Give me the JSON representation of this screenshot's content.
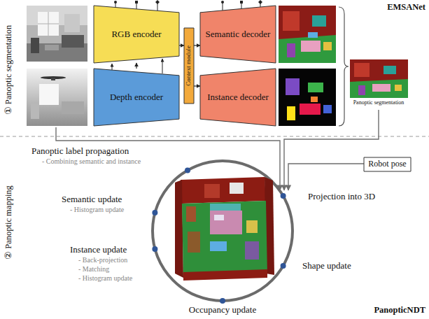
{
  "diagram": {
    "nodes": [
      {
        "text": [
          "RGB encoder"
        ]
      },
      {
        "text": [
          "Depth encoder"
        ]
      },
      {
        "text": [
          "Context module"
        ]
      },
      {
        "text": [
          "Semantic decoder"
        ]
      },
      {
        "text": [
          "Instance decoder"
        ]
      },
      {
        "text": [
          "Robot pose"
        ]
      }
    ],
    "edges": [
      {
        "from": 1,
        "to": 0,
        "arrow": "to"
      },
      {
        "from": 0,
        "to": 2,
        "arrow": "to"
      },
      {
        "from": 2,
        "to": 3,
        "arrow": "to"
      },
      {
        "from": 2,
        "to": 4,
        "arrow": "to"
      }
    ],
    "labels": [
      "① Panoptic segmentation",
      "EMSANet",
      "Panoptic segmentation",
      "② Panoptic mapping",
      "Panoptic label propagation",
      "- Combining semantic and instance",
      "Semantic update",
      "- Histogram update",
      "Instance update",
      "- Back-projection",
      "- Matching",
      "- Histogram update",
      "Projection into 3D",
      "Shape update",
      "Occupancy update",
      "PanopticNDT"
    ]
  }
}
